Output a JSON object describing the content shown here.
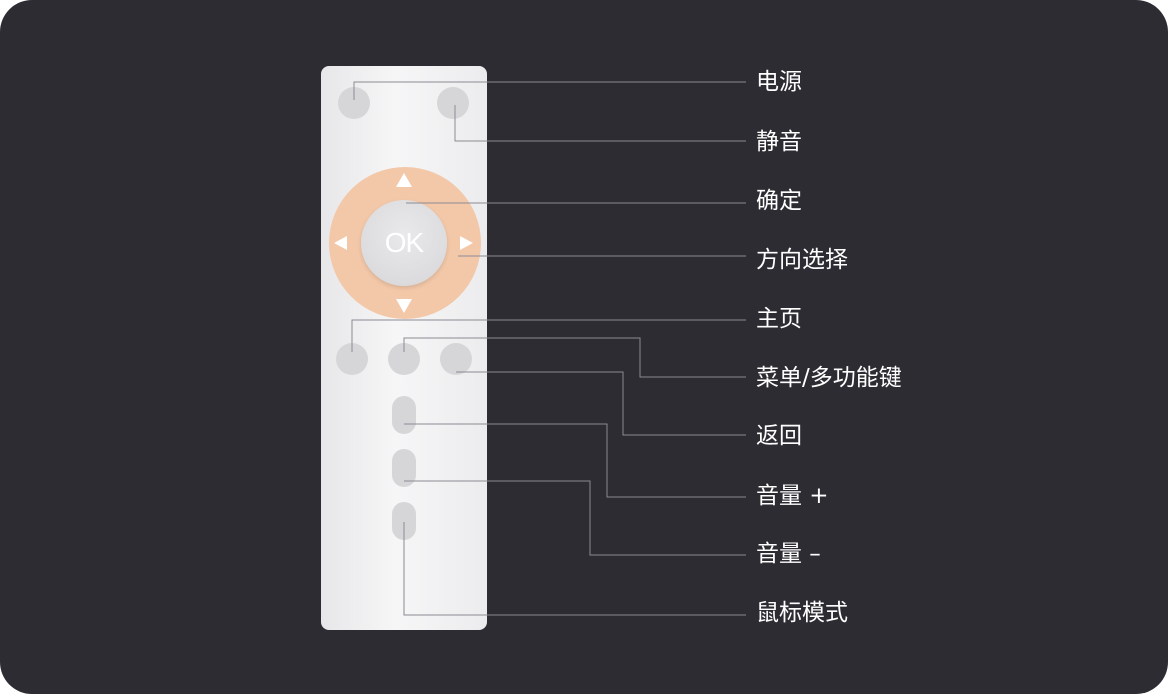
{
  "remote": {
    "ok_label": "OK"
  },
  "labels": [
    "电源",
    "静音",
    "确定",
    "方向选择",
    "主页",
    "菜单/多功能键",
    "返回",
    "音量 +",
    "音量 –",
    "鼠标模式"
  ],
  "colors": {
    "background": "#2e2c33",
    "remote_body": "#f2f2f3",
    "button": "#d6d6d9",
    "dpad_ring": "#f3c8a9",
    "leader_line": "#8c8a92",
    "label_text": "#ffffff"
  }
}
